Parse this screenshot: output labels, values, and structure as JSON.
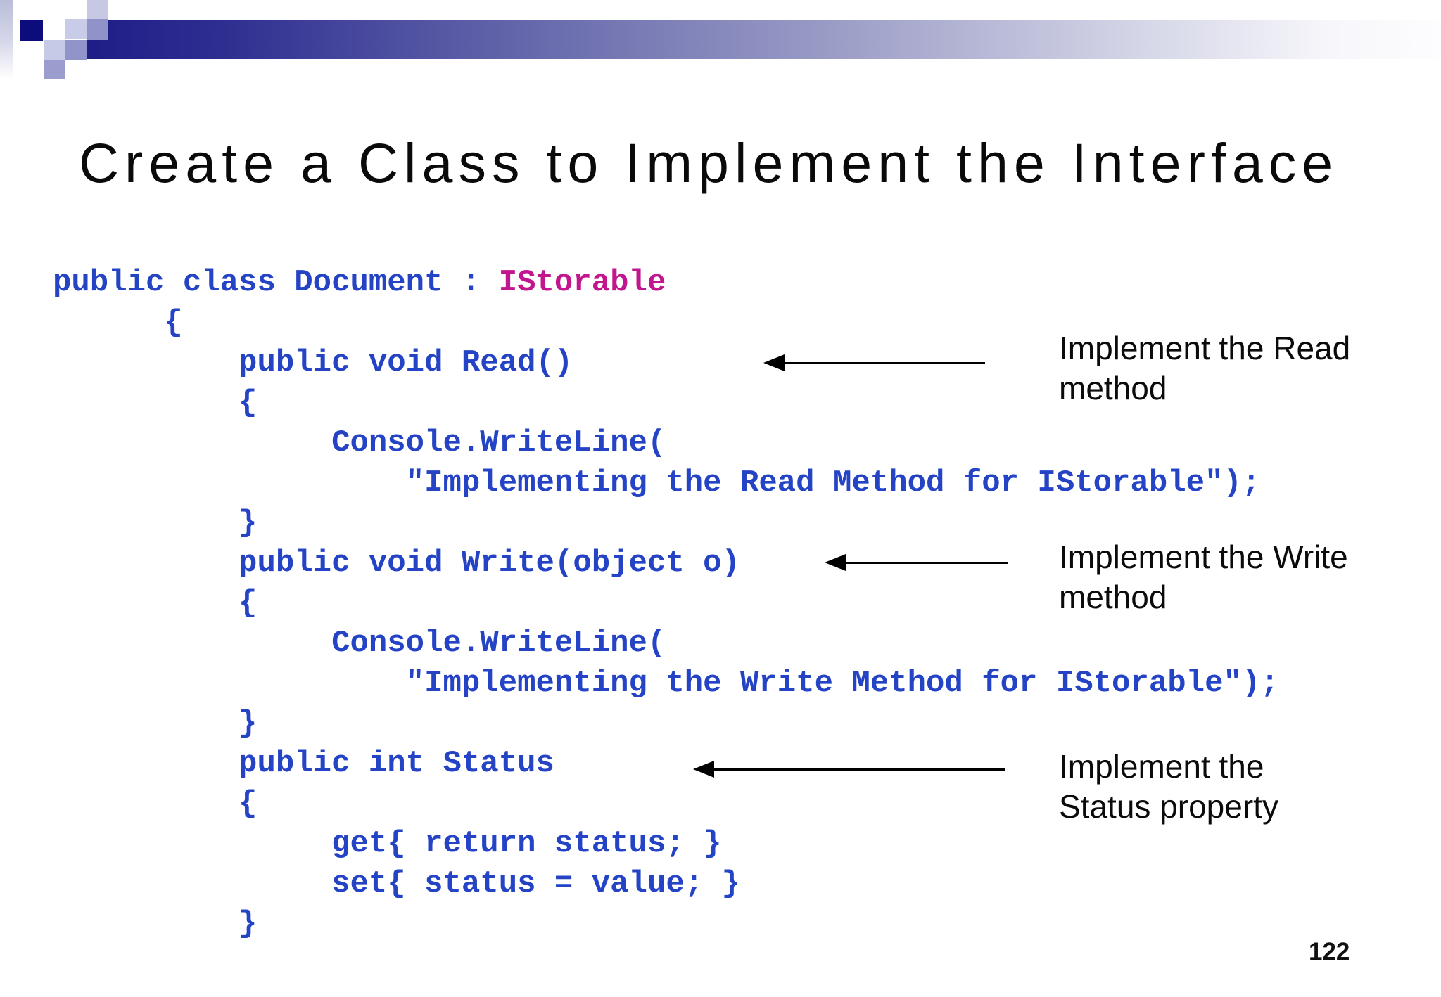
{
  "slide": {
    "title": "Create a Class to Implement the Interface",
    "page_number": "122"
  },
  "code": {
    "lines": [
      {
        "blue": "public class Document : ",
        "magenta": "IStorable"
      },
      {
        "blue": "      {"
      },
      {
        "blue": "          public void Read()"
      },
      {
        "blue": "          {"
      },
      {
        "blue": "               Console.WriteLine("
      },
      {
        "blue": "                   \"Implementing the Read Method for IStorable\");"
      },
      {
        "blue": "          }"
      },
      {
        "blue": "          public void Write(object o)"
      },
      {
        "blue": "          {"
      },
      {
        "blue": "               Console.WriteLine("
      },
      {
        "blue": "                   \"Implementing the Write Method for IStorable\");"
      },
      {
        "blue": "          }"
      },
      {
        "blue": "          public int Status"
      },
      {
        "blue": "          {"
      },
      {
        "blue": "               get{ return status; }"
      },
      {
        "blue": "               set{ status = value; }"
      },
      {
        "blue": "          }"
      }
    ]
  },
  "annotations": [
    {
      "label": "Implement the Read\nmethod"
    },
    {
      "label": "Implement the Write\nmethod"
    },
    {
      "label": "Implement the\nStatus property"
    }
  ],
  "colors": {
    "code_blue": "#2443c5",
    "code_magenta": "#c1168d",
    "bar_navy": "#1d1d86",
    "title_text": "#0a0a0a"
  }
}
